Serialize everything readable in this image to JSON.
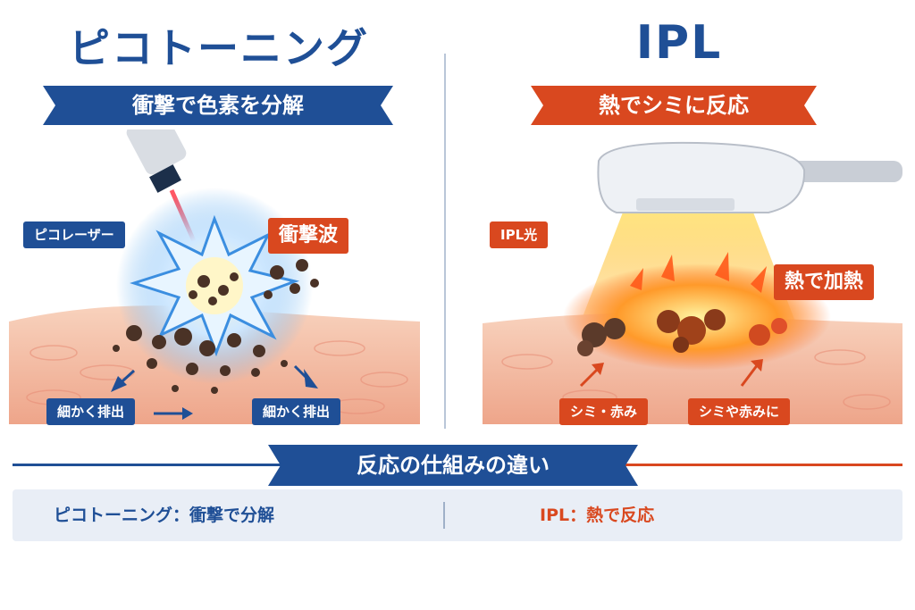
{
  "left": {
    "title": "ピコトーニング",
    "subtitle": "衝撃で色素を分解",
    "label_laser": "ピコレーザー",
    "label_shock": "衝撃波",
    "label_excrete_1": "細かく排出",
    "label_excrete_2": "細かく排出"
  },
  "right": {
    "title": "IPL",
    "subtitle": "熱でシミに反応",
    "label_light": "IPL光",
    "label_heat": "熱で加熱",
    "label_spots": "シミ・赤み",
    "label_spots_2": "シミや赤みに"
  },
  "comparison": {
    "heading": "反応の仕組みの違い",
    "left_text": "ピコトーニング：衝撃で分解",
    "right_text": "IPL：熱で反応"
  },
  "colors": {
    "blue": "#1f4f96",
    "red": "#d9481f",
    "skin": "#f4b9a0",
    "pigment": "#4a3226"
  }
}
